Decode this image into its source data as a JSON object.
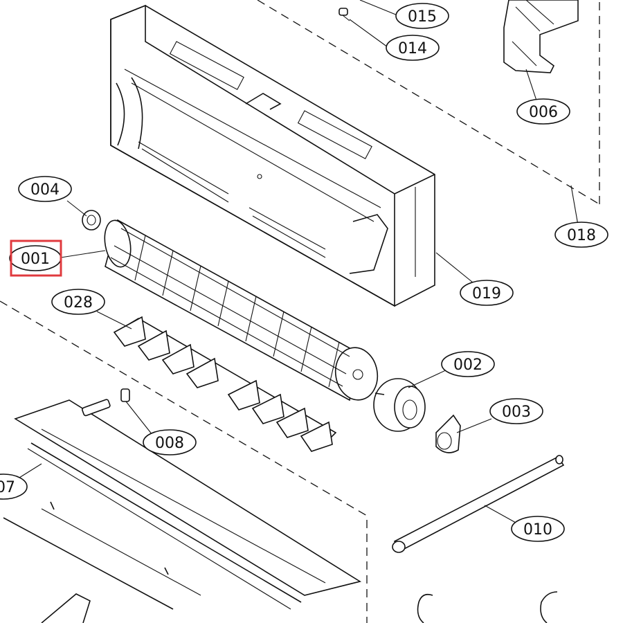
{
  "diagram": {
    "highlight_color": "#e03a3e",
    "selected_part": "001",
    "labels": {
      "p015": "015",
      "p014": "014",
      "p006": "006",
      "p004": "004",
      "p018": "018",
      "p001": "001",
      "p019": "019",
      "p028": "028",
      "p002": "002",
      "p003": "003",
      "p008": "008",
      "p007": "07",
      "p010": "010"
    }
  }
}
